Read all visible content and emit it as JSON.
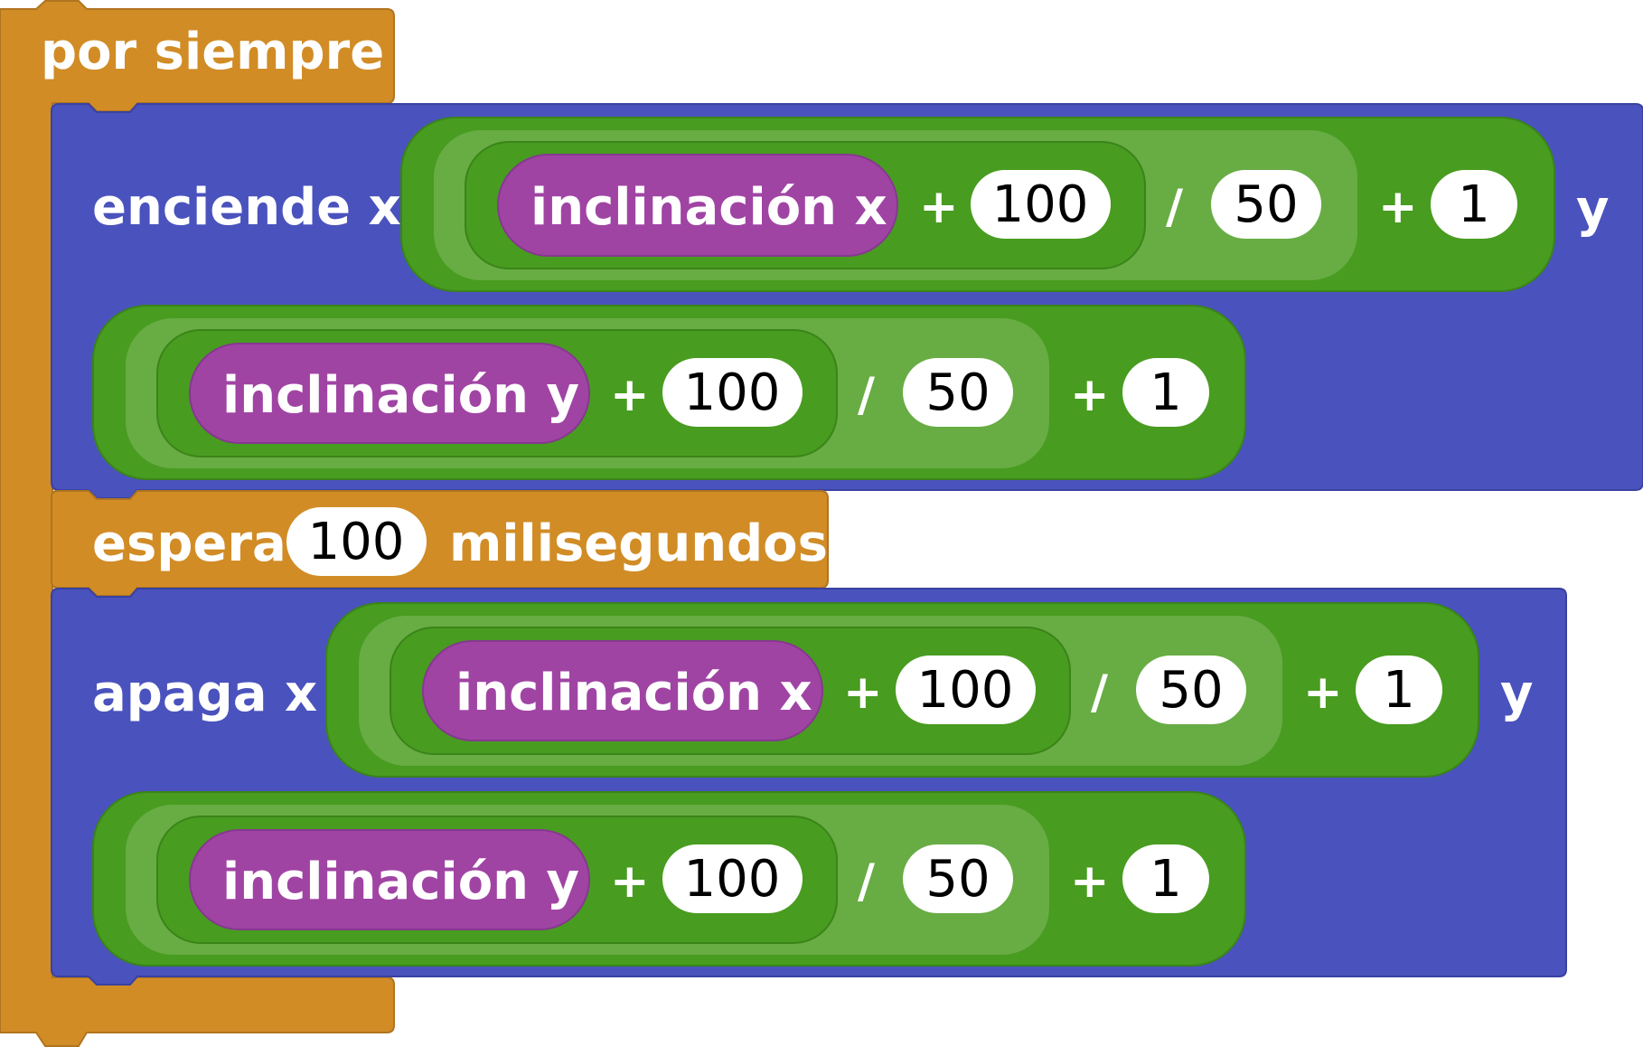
{
  "colors": {
    "control": "#d18c26",
    "control_border": "#b07420",
    "led": "#4a52bd",
    "led_border": "#3a41a0",
    "math_dark": "#489c20",
    "math_dark_border": "#3a8418",
    "math_light": "#68ac44",
    "input_var": "#a044a4",
    "input_var_border": "#863890",
    "number_bg": "#ffffff",
    "text": "#ffffff",
    "number_text": "#000000"
  },
  "forever_block": {
    "label": "por siempre"
  },
  "plot_block": {
    "label": "enciende x",
    "and_label": "y",
    "x_expr": {
      "var": "inclinación x",
      "plus1": "+",
      "n1": "100",
      "div": "/",
      "n2": "50",
      "plus2": "+",
      "n3": "1"
    },
    "y_expr": {
      "var": "inclinación y",
      "plus1": "+",
      "n1": "100",
      "div": "/",
      "n2": "50",
      "plus2": "+",
      "n3": "1"
    }
  },
  "pause_block": {
    "label": "espera",
    "value": "100",
    "unit": "milisegundos"
  },
  "unplot_block": {
    "label": "apaga x",
    "and_label": "y",
    "x_expr": {
      "var": "inclinación x",
      "plus1": "+",
      "n1": "100",
      "div": "/",
      "n2": "50",
      "plus2": "+",
      "n3": "1"
    },
    "y_expr": {
      "var": "inclinación y",
      "plus1": "+",
      "n1": "100",
      "div": "/",
      "n2": "50",
      "plus2": "+",
      "n3": "1"
    }
  }
}
